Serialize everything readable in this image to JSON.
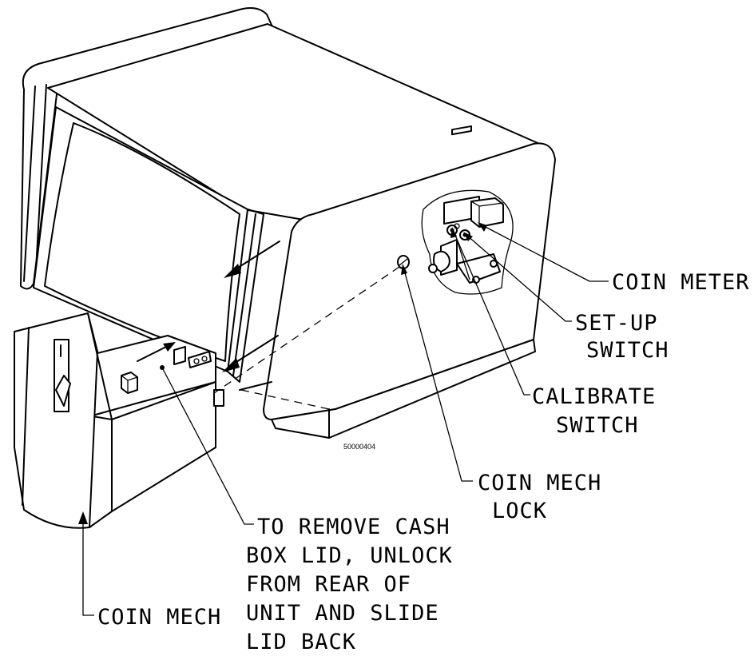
{
  "labels": {
    "coin_meter": "COIN METER",
    "setup_switch": [
      "SET-UP",
      "SWITCH"
    ],
    "calibrate_switch": [
      "CALIBRATE",
      "SWITCH"
    ],
    "coin_mech_lock": [
      "COIN MECH",
      "LOCK"
    ],
    "cash_box": [
      "TO REMOVE CASH",
      "BOX LID, UNLOCK",
      "FROM REAR OF",
      "UNIT AND SLIDE",
      "LID BACK"
    ],
    "coin_mech": "COIN MECH",
    "part_number": "50000404"
  }
}
